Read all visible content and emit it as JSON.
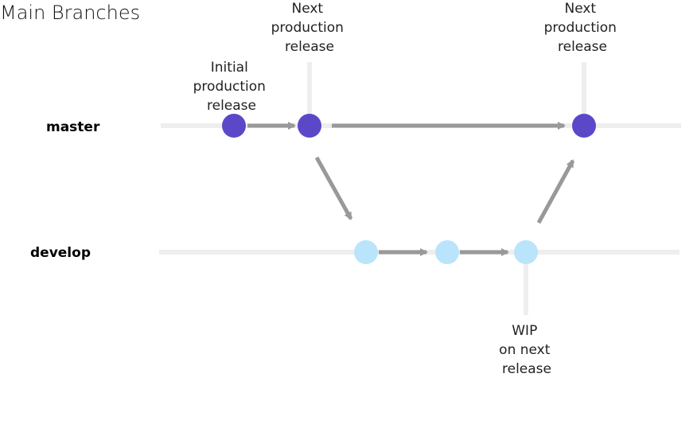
{
  "title": "Main Branches",
  "branches": {
    "master": {
      "label": "master",
      "color": "#5b48c9"
    },
    "develop": {
      "label": "develop",
      "color": "#b9e4fb"
    }
  },
  "annotations": {
    "initial": [
      "Initial",
      "production",
      "release"
    ],
    "next_release_1": [
      "Next",
      "production",
      "release"
    ],
    "next_release_2": [
      "Next",
      "production",
      "release"
    ],
    "wip": [
      "WIP",
      "on next",
      "release"
    ]
  },
  "colors": {
    "line": "#eeeeee",
    "arrow": "#999999"
  }
}
